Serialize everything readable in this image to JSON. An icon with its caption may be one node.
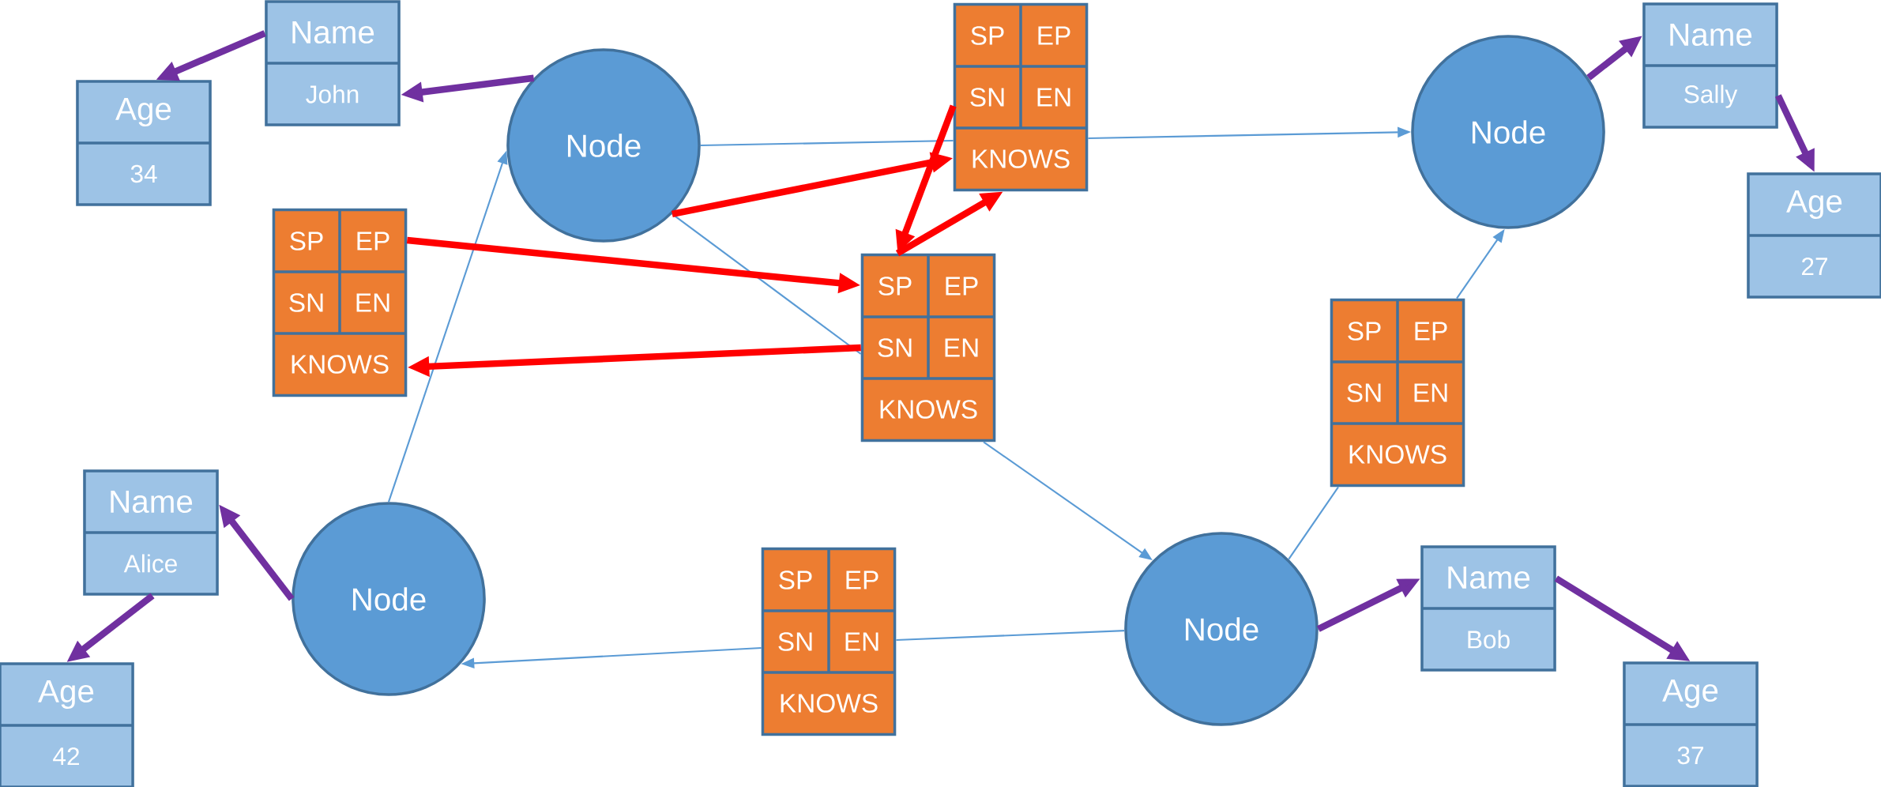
{
  "diagram": {
    "nodes": [
      {
        "text": [
          "Name",
          "John"
        ]
      },
      {
        "text": [
          "Age",
          "34"
        ]
      },
      {
        "text": [
          "Node"
        ]
      },
      {
        "text": [
          "SP",
          "EP",
          "SN",
          "EN",
          "KNOWS"
        ]
      },
      {
        "text": [
          "Node"
        ]
      },
      {
        "text": [
          "Name",
          "Sally"
        ]
      },
      {
        "text": [
          "Age",
          "27"
        ]
      },
      {
        "text": [
          "SP",
          "EP",
          "SN",
          "EN",
          "KNOWS"
        ]
      },
      {
        "text": [
          "SP",
          "EP",
          "SN",
          "EN",
          "KNOWS"
        ]
      },
      {
        "text": [
          "SP",
          "EP",
          "SN",
          "EN",
          "KNOWS"
        ]
      },
      {
        "text": [
          "Name",
          "Alice"
        ]
      },
      {
        "text": [
          "Node"
        ]
      },
      {
        "text": [
          "SP",
          "EP",
          "SN",
          "EN",
          "KNOWS"
        ]
      },
      {
        "text": [
          "Node"
        ]
      },
      {
        "text": [
          "Name",
          "Bob"
        ]
      },
      {
        "text": [
          "Age",
          "37"
        ]
      },
      {
        "text": [
          "Age",
          "42"
        ]
      }
    ],
    "edges": [
      {
        "from": 2,
        "to": 0,
        "arrow": "to",
        "color": "#7030a0"
      },
      {
        "from": 0,
        "to": 1,
        "arrow": "to",
        "color": "#7030a0"
      },
      {
        "from": 4,
        "to": 5,
        "arrow": "to",
        "color": "#7030a0"
      },
      {
        "from": 5,
        "to": 6,
        "arrow": "to",
        "color": "#7030a0"
      },
      {
        "from": 11,
        "to": 10,
        "arrow": "to",
        "color": "#7030a0"
      },
      {
        "from": 10,
        "to": 16,
        "arrow": "to",
        "color": "#7030a0"
      },
      {
        "from": 13,
        "to": 14,
        "arrow": "to",
        "color": "#7030a0"
      },
      {
        "from": 14,
        "to": 15,
        "arrow": "to",
        "color": "#7030a0"
      },
      {
        "from": 2,
        "to": 3,
        "arrow": "none"
      },
      {
        "from": 3,
        "to": 4,
        "arrow": "to"
      },
      {
        "from": 11,
        "to": 2,
        "arrow": "to"
      },
      {
        "from": 2,
        "to": 8,
        "arrow": "none"
      },
      {
        "from": 8,
        "to": 13,
        "arrow": "to"
      },
      {
        "from": 13,
        "to": 9,
        "arrow": "none"
      },
      {
        "from": 9,
        "to": 4,
        "arrow": "to"
      },
      {
        "from": 13,
        "to": 12,
        "arrow": "none"
      },
      {
        "from": 12,
        "to": 11,
        "arrow": "to"
      },
      {
        "from": 2,
        "to": 3,
        "arrow": "to",
        "color": "#ff0000"
      },
      {
        "from": 3,
        "to": 8,
        "arrow": "to",
        "color": "#ff0000"
      },
      {
        "from": 8,
        "to": 3,
        "arrow": "to",
        "color": "#ff0000"
      },
      {
        "from": 7,
        "to": 8,
        "arrow": "to",
        "color": "#ff0000"
      },
      {
        "from": 8,
        "to": 7,
        "arrow": "to",
        "color": "#ff0000"
      }
    ]
  }
}
